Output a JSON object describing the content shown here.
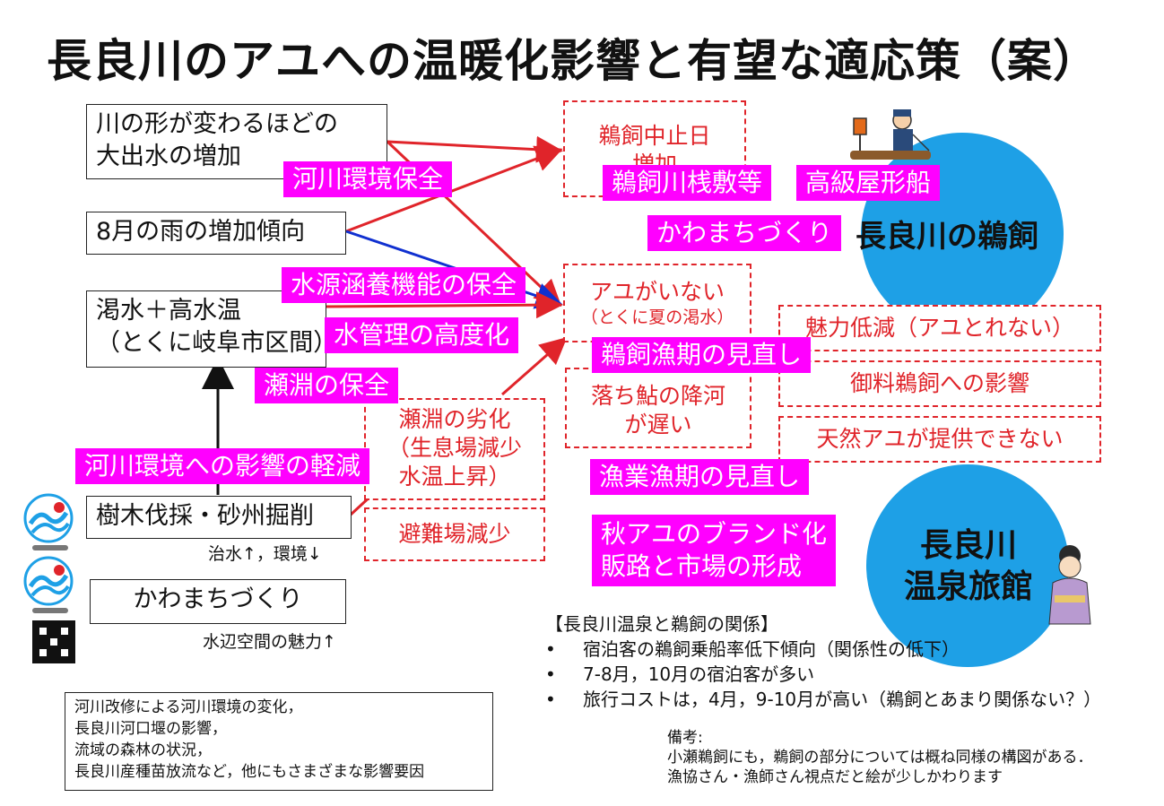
{
  "title": "長良川のアユへの温暖化影響と有望な適応策（案）",
  "causes": {
    "flood_line1": "川の形が変わるほどの",
    "flood_line2": "大出水の増加",
    "rain": "8月の雨の増加傾向",
    "drought_line1": "渇水＋高水温",
    "drought_line2": "（とくに岐阜市区間）",
    "logging": "樹木伐採・砂州掘削",
    "logging_note": "治水↑，環境↓",
    "kawamachi": "かわまちづくり",
    "kawamachi_note": "水辺空間の魅力↑"
  },
  "impacts": {
    "cancel_line1": "鵜飼中止日",
    "cancel_line2": "増加",
    "no_ayu_line1": "アユがいない",
    "no_ayu_line2": "（とくに夏の渇水）",
    "late_line1": "落ち鮎の降河",
    "late_line2": "が遅い",
    "seofuchi_line1": "瀬淵の劣化",
    "seofuchi_line2": "（生息場減少",
    "seofuchi_line3": "水温上昇）",
    "refuge": "避難場減少",
    "charm": "魅力低減（アユとれない）",
    "goryo": "御料鵜飼への影響",
    "natural": "天然アユが提供できない"
  },
  "measures": {
    "river_env": "河川環境保全",
    "ukai_pier": "鵜飼川桟敷等",
    "yakata": "高級屋形船",
    "kawamachi": "かわまちづくり",
    "water_source": "水源涵養機能の保全",
    "water_mgmt": "水管理の高度化",
    "seofuchi": "瀬淵の保全",
    "env_impact": "河川環境への影響の軽減",
    "season": "鵜飼漁期の見直し",
    "fishery": "漁業漁期の見直し",
    "brand_line1": "秋アユのブランド化",
    "brand_line2": "販路と市場の形成"
  },
  "stakeholders": {
    "ukai": "長良川の鵜飼",
    "ryokan_line1": "長良川",
    "ryokan_line2": "温泉旅館"
  },
  "relation": {
    "heading": "【長良川温泉と鵜飼の関係】",
    "bullets": [
      "宿泊客の鵜飼乗船率低下傾向（関係性の低下）",
      "7-8月，10月の宿泊客が多い",
      "旅行コストは，4月，9-10月が高い（鵜飼とあまり関係ない？）"
    ]
  },
  "remarks": {
    "label": "備考:",
    "line1": "小瀬鵜飼にも，鵜飼の部分については概ね同様の構図がある．",
    "line2": "漁協さん・漁師さん視点だと絵が少しかわります"
  },
  "other_factors": [
    "河川改修による河川環境の変化，",
    "長良川河口堰の影響，",
    "流域の森林の状況，",
    "長良川産種苗放流など，他にもさまざまな影響要因"
  ],
  "colors": {
    "tag": "#ff00ff",
    "red": "#e0242a",
    "blue": "#1ea0e6",
    "arrow_blue": "#1030d0"
  }
}
